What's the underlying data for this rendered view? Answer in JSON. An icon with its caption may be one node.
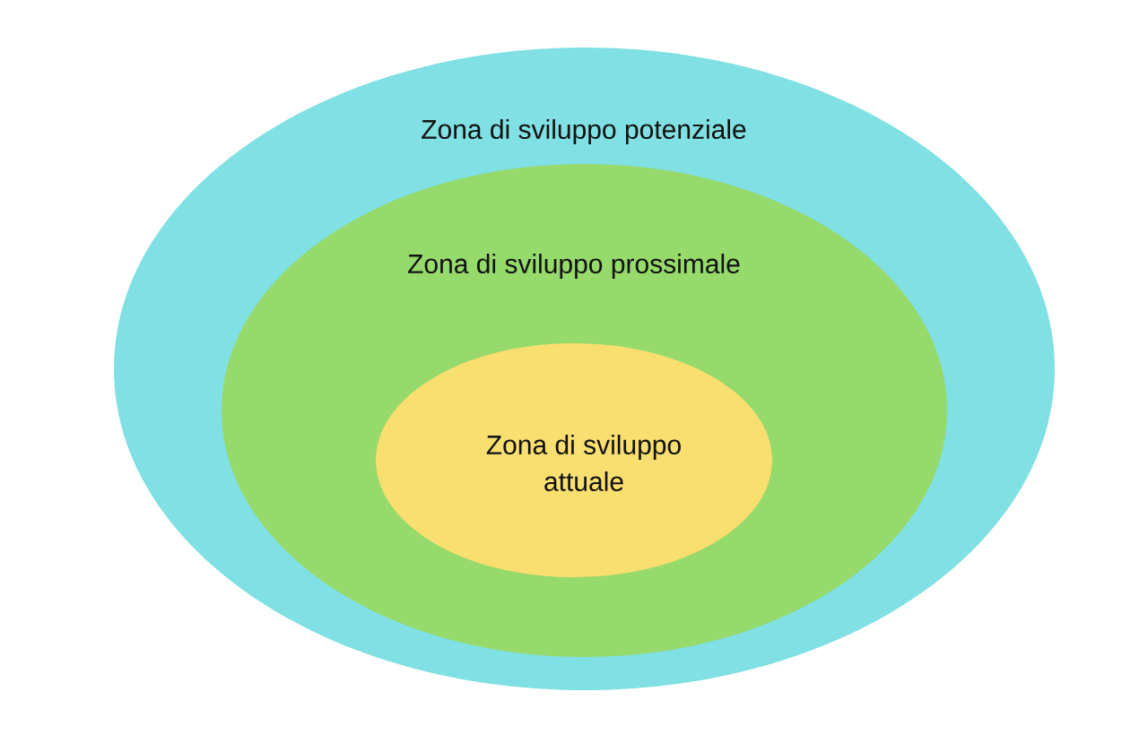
{
  "diagram": {
    "nodes": [
      {
        "text": [
          "Zona di sviluppo potenziale"
        ]
      },
      {
        "text": [
          "Zona di sviluppo prossimale"
        ],
        "in": 0
      },
      {
        "text": [
          "Zona di sviluppo attuale"
        ],
        "in": 1
      }
    ]
  }
}
